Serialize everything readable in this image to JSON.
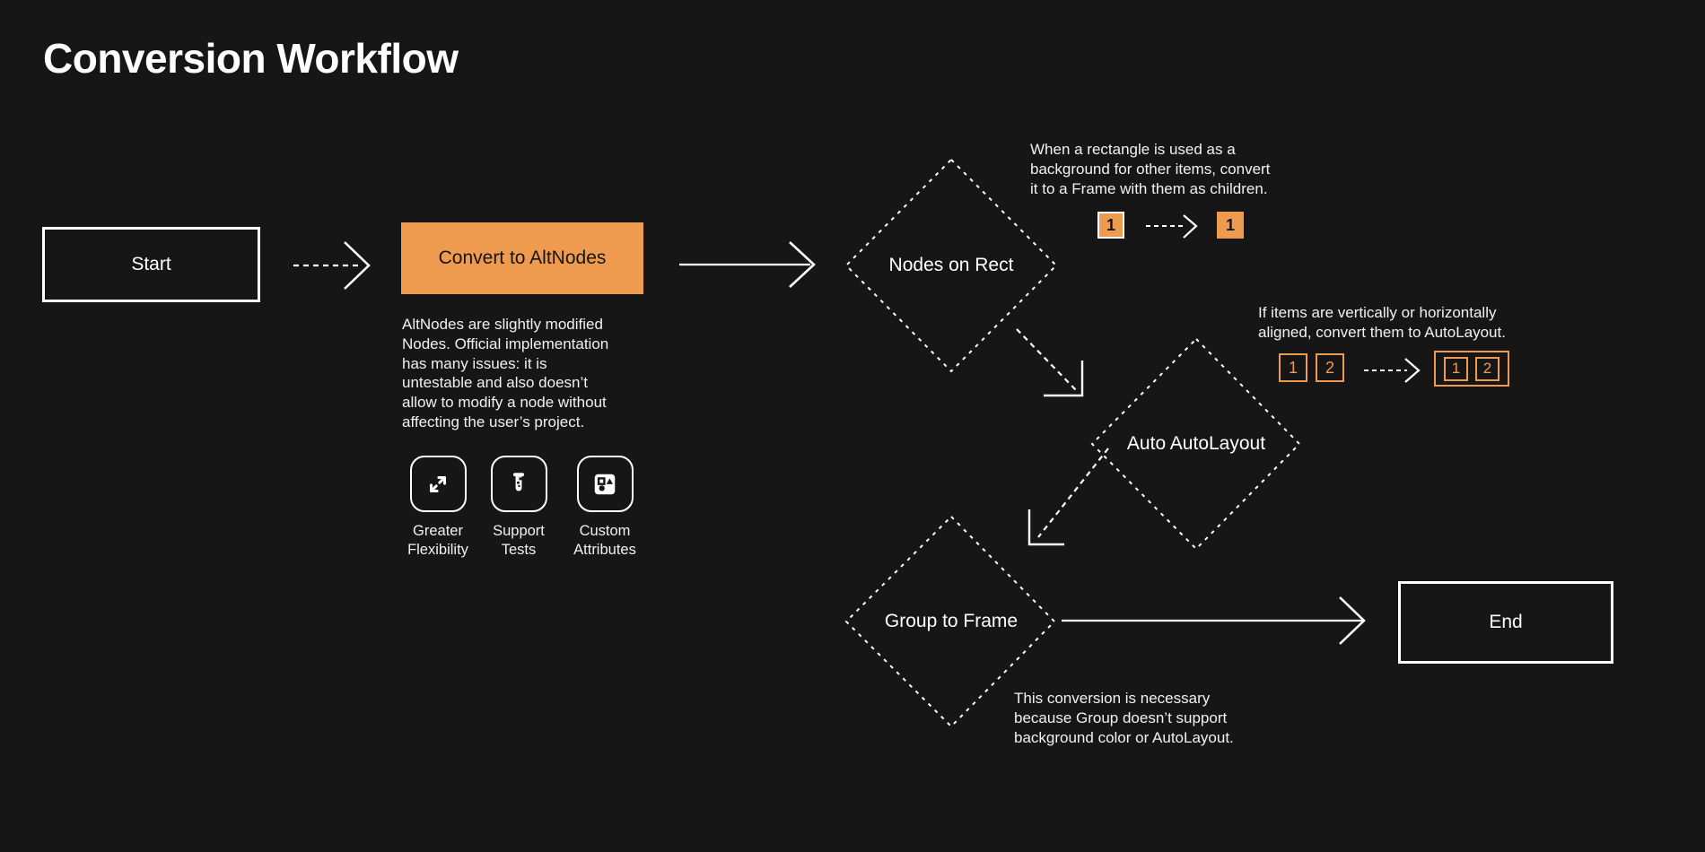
{
  "title": "Conversion Workflow",
  "colors": {
    "background": "#161616",
    "accent": "#EF9B4F",
    "ink": "#FFFFFF"
  },
  "nodes": {
    "start": {
      "label": "Start"
    },
    "convert": {
      "label": "Convert to AltNodes"
    },
    "nodes_on_rect": {
      "label": "Nodes on Rect"
    },
    "auto_autolayout": {
      "label": "Auto AutoLayout"
    },
    "group_to_frame": {
      "label": "Group to Frame"
    },
    "end": {
      "label": "End"
    }
  },
  "convert_note": "AltNodes are slightly modified\nNodes. Official implementation\nhas many issues: it is\nuntestable and also doesn’t\nallow to modify a node without\naffecting the user’s project.",
  "features": [
    {
      "icon": "expand-icon",
      "label": "Greater\nFlexibility"
    },
    {
      "icon": "test-tube-icon",
      "label": "Support\nTests"
    },
    {
      "icon": "shapes-icon",
      "label": "Custom\nAttributes"
    }
  ],
  "annotations": {
    "rect_to_frame": {
      "text": "When a rectangle is used as a\nbackground for other items, convert\nit to a Frame with them as children.",
      "before_badge": "1",
      "after_badge": "1"
    },
    "auto_layout": {
      "text": "If items are vertically or horizontally\naligned, convert them to AutoLayout.",
      "before_badges": [
        "1",
        "2"
      ],
      "after_badges": [
        "1",
        "2"
      ]
    },
    "group_to_frame": {
      "text": "This conversion is necessary\nbecause Group doesn’t support\nbackground color or AutoLayout."
    }
  }
}
